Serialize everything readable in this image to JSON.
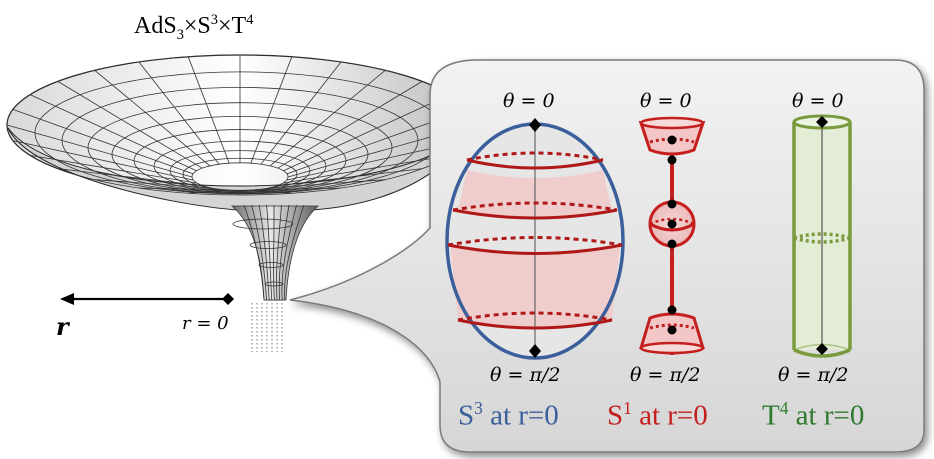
{
  "title": {
    "base": "AdS",
    "sub": "3",
    "s": "×S",
    "ssup": "3",
    "t": "×T",
    "tsup": "4"
  },
  "axis": {
    "r_label": "r",
    "r_zero": "r = 0"
  },
  "panels": [
    {
      "top": "θ = 0",
      "bottom": "θ = π/2",
      "caption_base": "S",
      "caption_sup": "3",
      "caption_rest": " at r=0",
      "color": "#3a5f9a"
    },
    {
      "top": "θ = 0",
      "bottom": "θ = π/2",
      "caption_base": "S",
      "caption_sup": "1",
      "caption_rest": " at r=0",
      "color": "#c41e1e"
    },
    {
      "top": "θ = 0",
      "bottom": "θ = π/2",
      "caption_base": "T",
      "caption_sup": "4",
      "caption_rest": " at r=0",
      "color": "#2e7a2e"
    }
  ]
}
